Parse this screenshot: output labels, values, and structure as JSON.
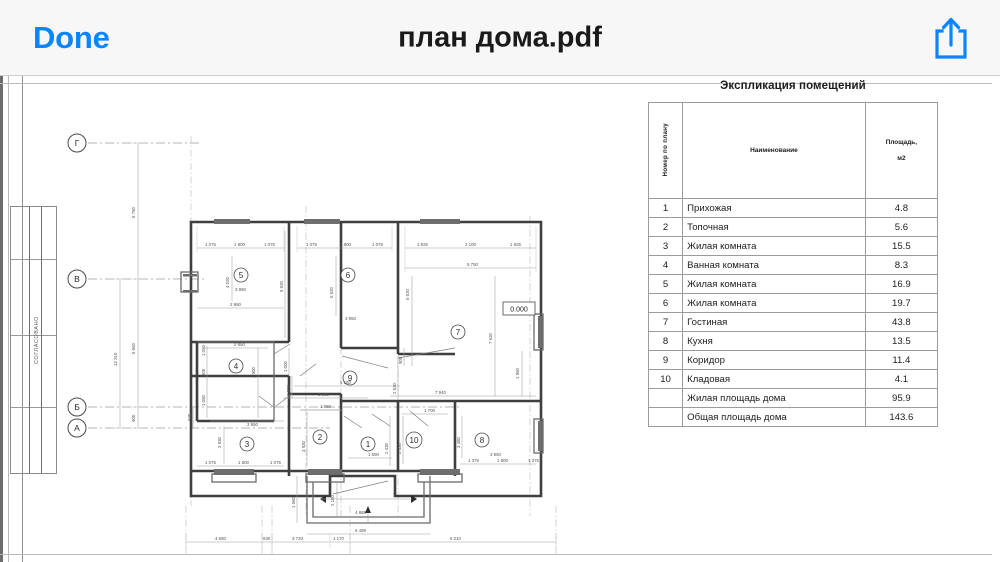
{
  "header": {
    "done_label": "Done",
    "title": "план дома.pdf",
    "share_icon": "share-icon",
    "accent_color": "#0a84ff"
  },
  "sheet": {
    "title_block_label": "СОГЛАСОВАНО"
  },
  "table": {
    "title": "Экспликация помещений",
    "columns": {
      "number": "Номер по плану",
      "name": "Наименование",
      "area_line1": "Площадь,",
      "area_line2": "м2"
    },
    "rows": [
      {
        "num": "1",
        "name": "Прихожая",
        "area": "4.8"
      },
      {
        "num": "2",
        "name": "Топочная",
        "area": "5.6"
      },
      {
        "num": "3",
        "name": "Жилая комната",
        "area": "15.5"
      },
      {
        "num": "4",
        "name": "Ванная комната",
        "area": "8.3"
      },
      {
        "num": "5",
        "name": "Жилая комната",
        "area": "16.9"
      },
      {
        "num": "6",
        "name": "Жилая комната",
        "area": "19.7"
      },
      {
        "num": "7",
        "name": "Гостиная",
        "area": "43.8"
      },
      {
        "num": "8",
        "name": "Кухня",
        "area": "13.5"
      },
      {
        "num": "9",
        "name": "Коридор",
        "area": "11.4"
      },
      {
        "num": "10",
        "name": "Кладовая",
        "area": "4.1"
      },
      {
        "num": "",
        "name": "Жилая площадь дома",
        "area": "95.9"
      },
      {
        "num": "",
        "name": "Общая площадь дома",
        "area": "143.6"
      }
    ]
  },
  "plan": {
    "axis_markers": [
      "Г",
      "В",
      "Б",
      "А"
    ],
    "level_marker": "0.000",
    "room_numbers": [
      "1",
      "2",
      "3",
      "4",
      "5",
      "6",
      "7",
      "8",
      "9",
      "10"
    ],
    "vertical_dimensions": [
      "5 750",
      "5 660",
      "900",
      "12 310"
    ],
    "bottom_dimensions": [
      "4 580",
      "630",
      "3 720",
      "1 170",
      "5 210"
    ],
    "dimension_labels": [
      "1 075",
      "1 800",
      "1 075",
      "1 075",
      "1 800",
      "1 075",
      "1 825",
      "2 100",
      "1 825",
      "2 950",
      "3 950",
      "3 950",
      "5 750",
      "4 020",
      "5 620",
      "5 620",
      "7 620",
      "2 850",
      "2 900",
      "1 050",
      "800",
      "1 050",
      "630",
      "3 950",
      "3 930",
      "5 150",
      "3 560",
      "1 860",
      "2 530",
      "1 960",
      "900",
      "1 960",
      "1 590",
      "2 430",
      "2 430",
      "1 700",
      "3 480",
      "3 950",
      "1 375",
      "1 800",
      "1 375",
      "2 180",
      "4 888",
      "5 489",
      "1 560",
      "7 940",
      "1 800",
      "1 075"
    ]
  }
}
